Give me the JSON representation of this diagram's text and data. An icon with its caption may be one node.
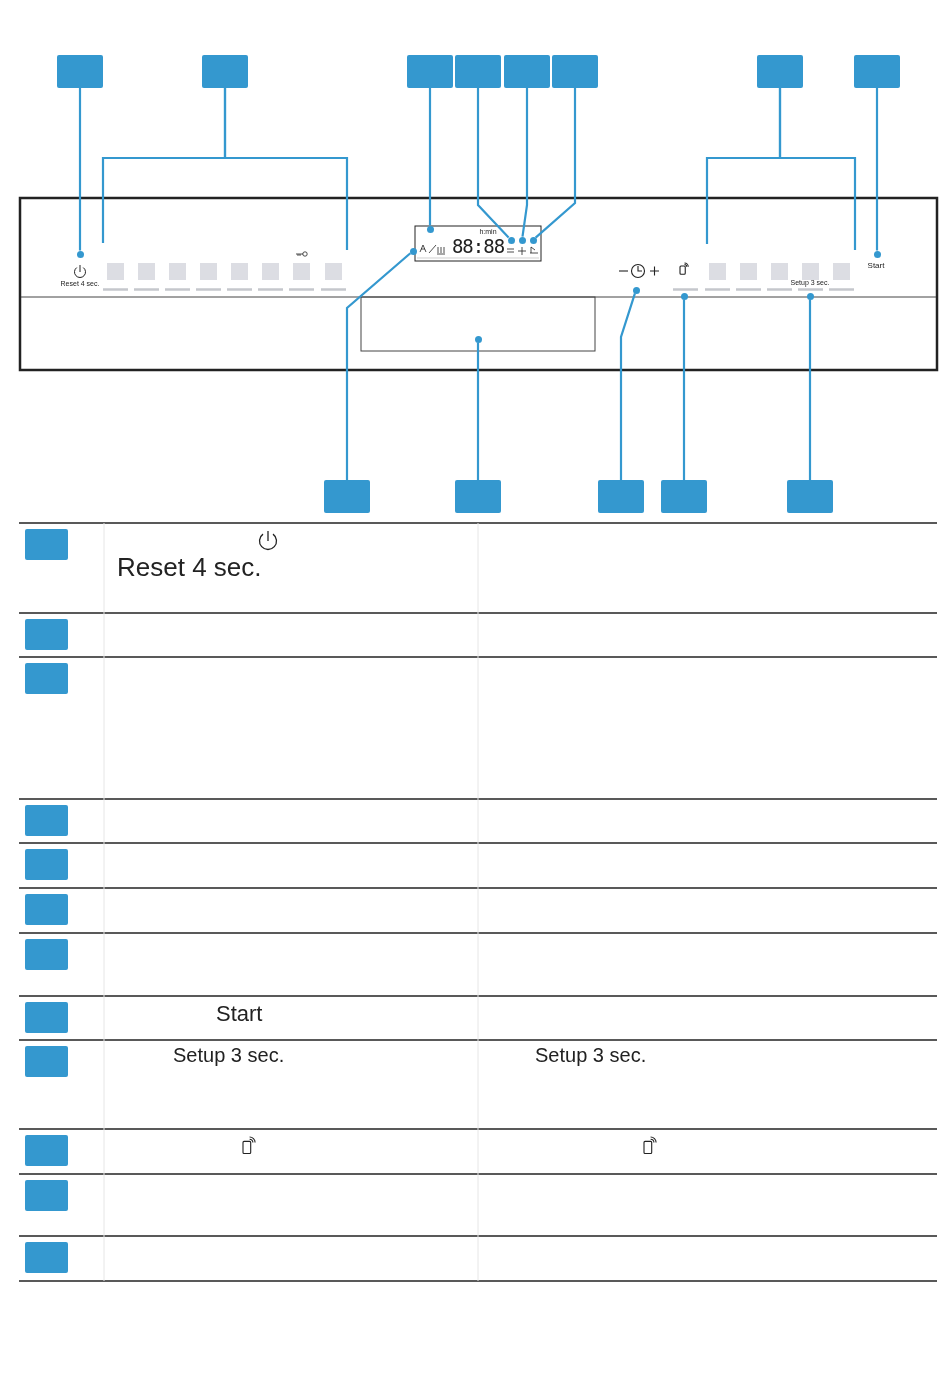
{
  "diagram": {
    "nodes": [
      {
        "text": [],
        "shape": "box"
      },
      {
        "text": [],
        "shape": "box"
      },
      {
        "text": [],
        "shape": "box"
      },
      {
        "text": [],
        "shape": "box"
      },
      {
        "text": [],
        "shape": "box"
      },
      {
        "text": [],
        "shape": "box"
      },
      {
        "text": [],
        "shape": "box"
      },
      {
        "text": [],
        "shape": "box"
      },
      {
        "text": [],
        "shape": "box"
      },
      {
        "text": [],
        "shape": "box"
      },
      {
        "text": [],
        "shape": "box"
      },
      {
        "text": [],
        "shape": "box"
      },
      {
        "text": [],
        "shape": "box"
      },
      {
        "text": [],
        "shape": "box"
      },
      {
        "text": [],
        "shape": "box"
      },
      {
        "text": [],
        "shape": "box"
      },
      {
        "text": [],
        "shape": "box"
      },
      {
        "text": [],
        "shape": "box"
      },
      {
        "text": [],
        "shape": "box"
      },
      {
        "text": [],
        "shape": "box"
      },
      {
        "text": [],
        "shape": "box"
      },
      {
        "text": [],
        "shape": "box"
      },
      {
        "text": [],
        "shape": "box"
      },
      {
        "text": [],
        "shape": "box"
      },
      {
        "text": [],
        "shape": "box"
      },
      {
        "text": [],
        "shape": "circle"
      },
      {
        "text": [],
        "shape": "circle"
      },
      {
        "text": [],
        "shape": "circle"
      },
      {
        "text": [],
        "shape": "circle"
      },
      {
        "text": [],
        "shape": "circle"
      },
      {
        "text": [],
        "shape": "circle"
      },
      {
        "text": [],
        "shape": "circle"
      },
      {
        "text": [],
        "shape": "circle"
      },
      {
        "text": [],
        "shape": "circle"
      },
      {
        "text": [],
        "shape": "circle"
      },
      {
        "text": [],
        "shape": "circle"
      }
    ],
    "edges": [
      {
        "from": 0,
        "to": 25,
        "arrow": "none"
      },
      {
        "from": 1,
        "to": null,
        "arrow": "none"
      },
      {
        "from": 1,
        "to": null,
        "arrow": "none"
      },
      {
        "from": 2,
        "to": 26,
        "arrow": "none"
      },
      {
        "from": 3,
        "to": 27,
        "arrow": "none"
      },
      {
        "from": 4,
        "to": 28,
        "arrow": "none"
      },
      {
        "from": 5,
        "to": 29,
        "arrow": "none"
      },
      {
        "from": 6,
        "to": null,
        "arrow": "none"
      },
      {
        "from": 6,
        "to": null,
        "arrow": "none"
      },
      {
        "from": 7,
        "to": 30,
        "arrow": "none"
      },
      {
        "from": 8,
        "to": 31,
        "arrow": "none"
      },
      {
        "from": 9,
        "to": 32,
        "arrow": "none"
      },
      {
        "from": 10,
        "to": 33,
        "arrow": "none"
      },
      {
        "from": 11,
        "to": 34,
        "arrow": "none"
      },
      {
        "from": 12,
        "to": 35,
        "arrow": "none"
      }
    ],
    "labels": [
      "Reset 4 sec.",
      "h:min",
      "88:88",
      "Setup 3 sec.",
      "Start",
      "Reset 4 sec.",
      "Start",
      "Setup 3 sec.",
      "Setup 3 sec."
    ]
  }
}
